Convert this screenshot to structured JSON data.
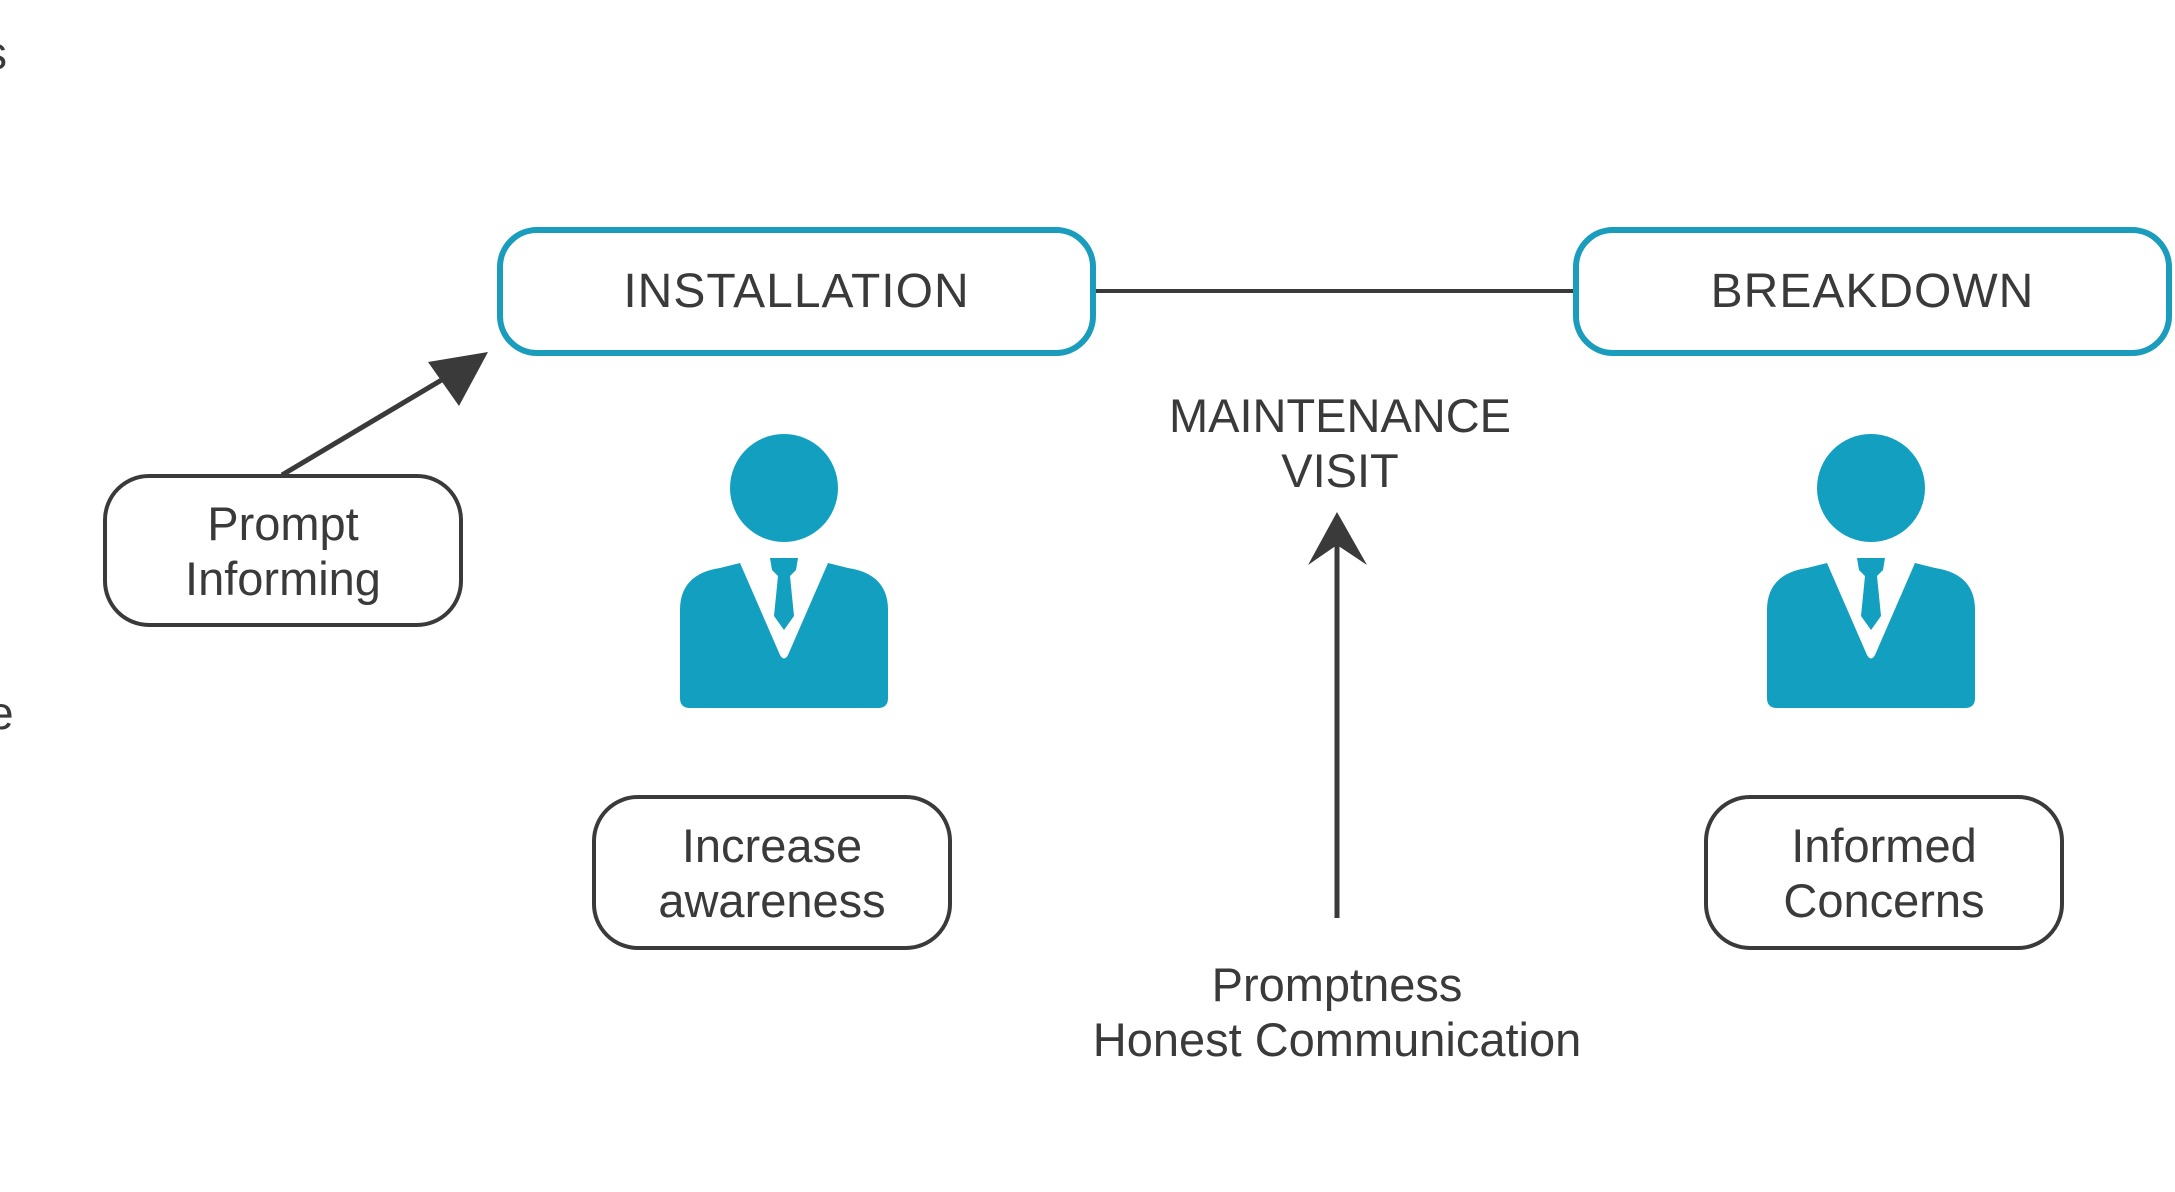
{
  "edge_fragments": {
    "top": "s",
    "bottom": "e"
  },
  "stages": {
    "installation": "INSTALLATION",
    "breakdown": "BREAKDOWN"
  },
  "maintenance": {
    "line1": "MAINTENANCE",
    "line2": "VISIT"
  },
  "notes": {
    "prompt_informing": {
      "line1": "Prompt",
      "line2": "Informing"
    },
    "increase_awareness": {
      "line1": "Increase",
      "line2": "awareness"
    },
    "informed_concerns": {
      "line1": "Informed",
      "line2": "Concerns"
    }
  },
  "promptness": {
    "line1": "Promptness",
    "line2": "Honest Communication"
  },
  "colors": {
    "accent": "#1a9cbc",
    "text": "#3a3a3a",
    "person": "#139fc0"
  },
  "icons": [
    "person-icon",
    "person-icon"
  ]
}
